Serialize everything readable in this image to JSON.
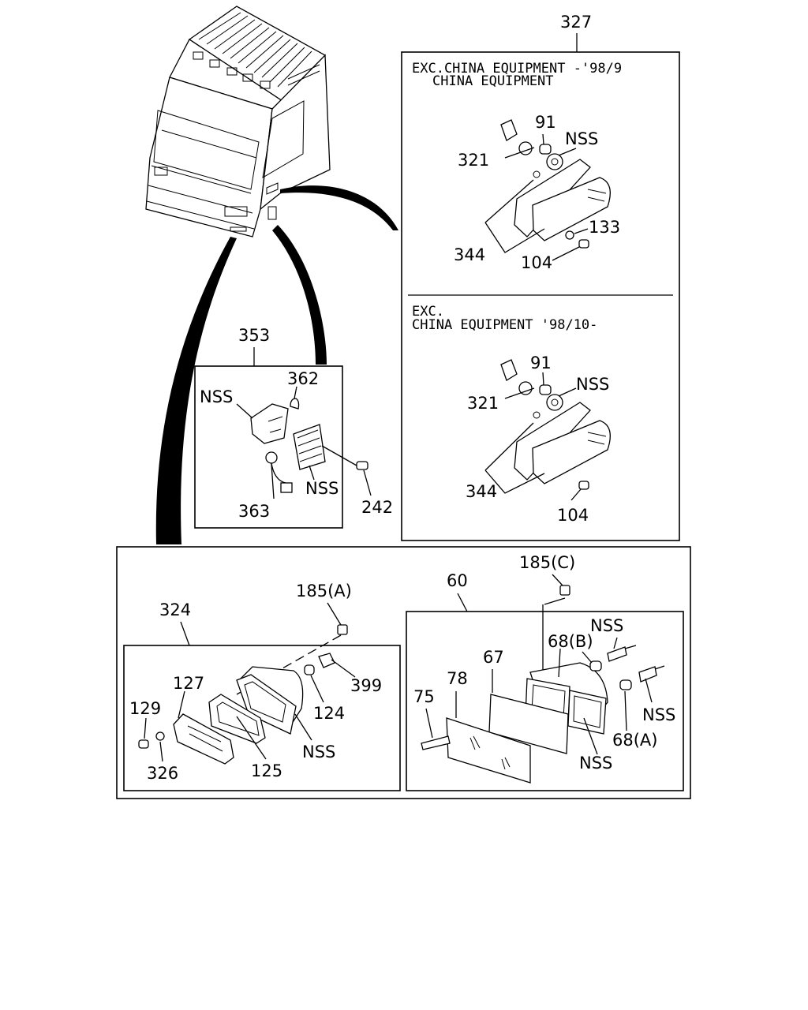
{
  "labels": {
    "n327": "327",
    "n353": "353",
    "n324": "324",
    "n60": "60",
    "top_91": "91",
    "top_nss": "NSS",
    "top_321": "321",
    "top_133": "133",
    "top_344": "344",
    "top_104": "104",
    "bot_91": "91",
    "bot_nss": "NSS",
    "bot_321": "321",
    "bot_344": "344",
    "bot_104": "104",
    "s_nss_a": "NSS",
    "s_362": "362",
    "s_nss_b": "NSS",
    "s_363": "363",
    "s_242": "242",
    "l_185a": "185(A)",
    "l_399": "399",
    "l_124": "124",
    "l_127": "127",
    "l_129": "129",
    "l_326": "326",
    "l_125": "125",
    "l_nss": "NSS",
    "r_185c": "185(C)",
    "r_nss_top": "NSS",
    "r_68b": "68(B)",
    "r_67": "67",
    "r_78": "78",
    "r_75": "75",
    "r_nss_mid": "NSS",
    "r_68a": "68(A)",
    "r_nss_bot": "NSS"
  },
  "notes": {
    "top_line1": "EXC.CHINA EQUIPMENT -'98/9",
    "top_line2": "CHINA EQUIPMENT",
    "bottom_line1": "EXC.",
    "bottom_line2": "CHINA EQUIPMENT '98/10-"
  }
}
